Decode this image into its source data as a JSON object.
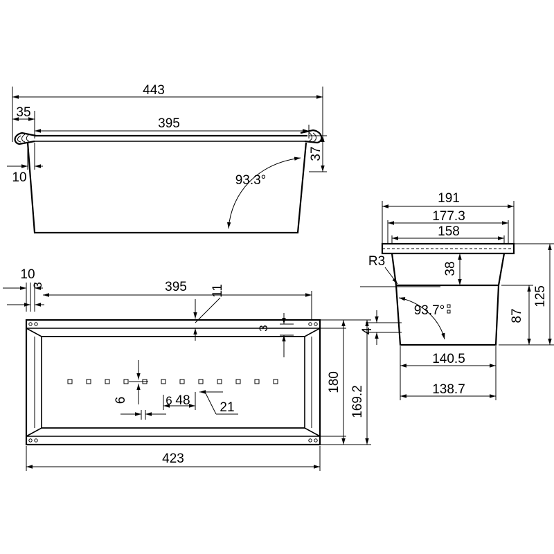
{
  "colors": {
    "ink": "#000000",
    "paper": "#ffffff"
  },
  "front_view": {
    "dims": {
      "overall_width": "443",
      "rim_width": "35",
      "inner_width": "395",
      "wall_offset": "10",
      "rim_height": "37",
      "wall_angle": "93.3°"
    }
  },
  "top_view": {
    "dims": {
      "edge_offset": "10",
      "edge_offset_small": "3",
      "inner_length": "395",
      "rim_gap": "11",
      "rim_inset": "3",
      "overall_length": "423",
      "outer_depth": "180",
      "inner_depth": "169.2",
      "slot_size": "6",
      "slot_pitch": "48",
      "slot_width": "21",
      "slot_gap": "6"
    }
  },
  "side_view": {
    "dims": {
      "overall_width": "191",
      "rim_width": "177.3",
      "inner_width": "158",
      "radius": "R3",
      "rim_depth": "38",
      "wall_angle": "93.7°",
      "lower_height": "87",
      "total_height": "125",
      "ledge": "4",
      "top_bottom_width": "140.5",
      "bottom_width": "138.7"
    }
  }
}
